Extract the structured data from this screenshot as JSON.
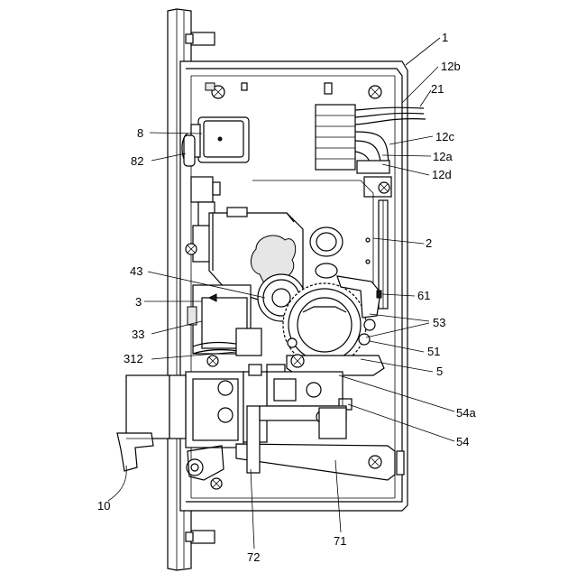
{
  "figure": {
    "labels": [
      {
        "id": "1",
        "text": "1"
      },
      {
        "id": "12b",
        "text": "12b"
      },
      {
        "id": "21",
        "text": "21"
      },
      {
        "id": "12c",
        "text": "12c"
      },
      {
        "id": "12a",
        "text": "12a"
      },
      {
        "id": "12d",
        "text": "12d"
      },
      {
        "id": "8",
        "text": "8"
      },
      {
        "id": "82",
        "text": "82"
      },
      {
        "id": "2",
        "text": "2"
      },
      {
        "id": "43",
        "text": "43"
      },
      {
        "id": "3",
        "text": "3"
      },
      {
        "id": "61",
        "text": "61"
      },
      {
        "id": "53",
        "text": "53"
      },
      {
        "id": "33",
        "text": "33"
      },
      {
        "id": "51",
        "text": "51"
      },
      {
        "id": "312",
        "text": "312"
      },
      {
        "id": "5",
        "text": "5"
      },
      {
        "id": "54a",
        "text": "54a"
      },
      {
        "id": "54",
        "text": "54"
      },
      {
        "id": "10",
        "text": "10"
      },
      {
        "id": "72",
        "text": "72"
      },
      {
        "id": "71",
        "text": "71"
      }
    ]
  }
}
